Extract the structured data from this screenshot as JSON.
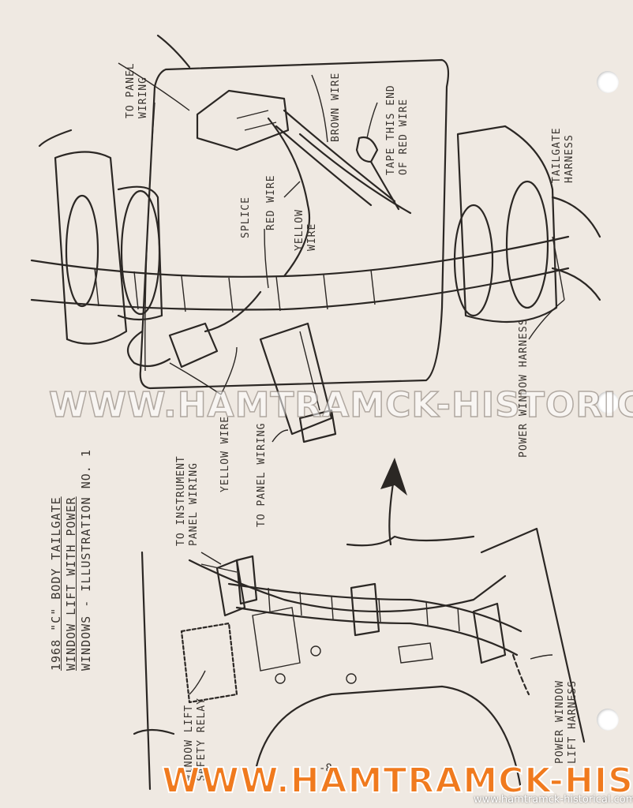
{
  "title": {
    "line1": "1968 \"C\" BODY TAILGATE",
    "line2": "WINDOW LIFT WITH POWER",
    "line3": "WINDOWS - ILLUSTRATION NO. 1"
  },
  "labels": {
    "to_panel_wiring_top": [
      "TO PANEL",
      "WIRING"
    ],
    "brown_wire": "BROWN WIRE",
    "tape_end": [
      "TAPE THIS END",
      "OF RED WIRE"
    ],
    "red_wire": "RED WIRE",
    "splice": "SPLICE",
    "yellow_wire_upper": [
      "YELLOW",
      "WIRE"
    ],
    "tailgate_harness": [
      "TAILGATE",
      "HARNESS"
    ],
    "power_window_harness": "POWER WINDOW HARNESS",
    "yellow_wire_lower": "YELLOW WIRE",
    "to_panel_wiring_lower": "TO PANEL WIRING",
    "to_instrument_panel_wiring": [
      "TO INSTRUMENT",
      "PANEL WIRING"
    ],
    "window_lift_safety_relay": [
      "WINDOW LIFT",
      "SAFETY RELAY"
    ],
    "power_window_lift_harness": [
      "POWER WINDOW",
      "LIFT HARNESS"
    ]
  },
  "page_number": "-8-",
  "watermarks": {
    "middle": "WWW.HAMTRAMCK-HISTORICAL.COM",
    "bottom": "WWW.HAMTRAMCK-HISTORICAL.COM",
    "bottom_small": "www.hamtramck-historical.com"
  }
}
